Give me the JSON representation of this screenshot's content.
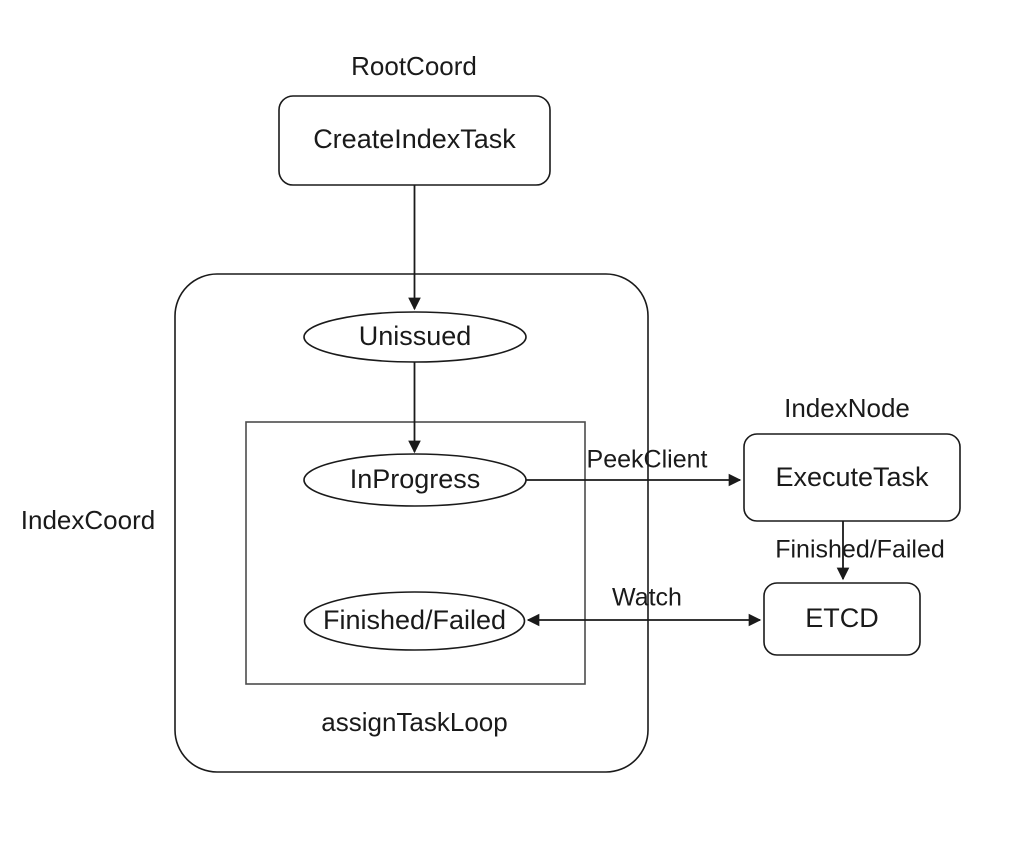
{
  "diagram": {
    "title_visible": false,
    "background_color": "#ffffff",
    "stroke_color": "#1a1a1a",
    "groups": {
      "root_coord": {
        "label": "RootCoord"
      },
      "index_coord": {
        "label": "IndexCoord"
      },
      "assign_task_loop": {
        "label": "assignTaskLoop"
      },
      "index_node": {
        "label": "IndexNode"
      }
    },
    "nodes": {
      "create_index_task": {
        "label": "CreateIndexTask",
        "shape": "rounded-rect"
      },
      "unissued": {
        "label": "Unissued",
        "shape": "ellipse"
      },
      "in_progress": {
        "label": "InProgress",
        "shape": "ellipse"
      },
      "finished_failed_state": {
        "label": "Finished/Failed",
        "shape": "ellipse"
      },
      "execute_task": {
        "label": "ExecuteTask",
        "shape": "rounded-rect"
      },
      "etcd": {
        "label": "ETCD",
        "shape": "rounded-rect"
      }
    },
    "edges": {
      "create_to_unissued": {
        "label": "",
        "direction": "down"
      },
      "unissued_to_in_progress": {
        "label": "",
        "direction": "down"
      },
      "in_progress_to_execute": {
        "label": "PeekClient",
        "direction": "right"
      },
      "execute_to_etcd": {
        "label": "Finished/Failed",
        "direction": "down"
      },
      "etcd_to_finished": {
        "label": "Watch",
        "direction": "both"
      }
    }
  }
}
